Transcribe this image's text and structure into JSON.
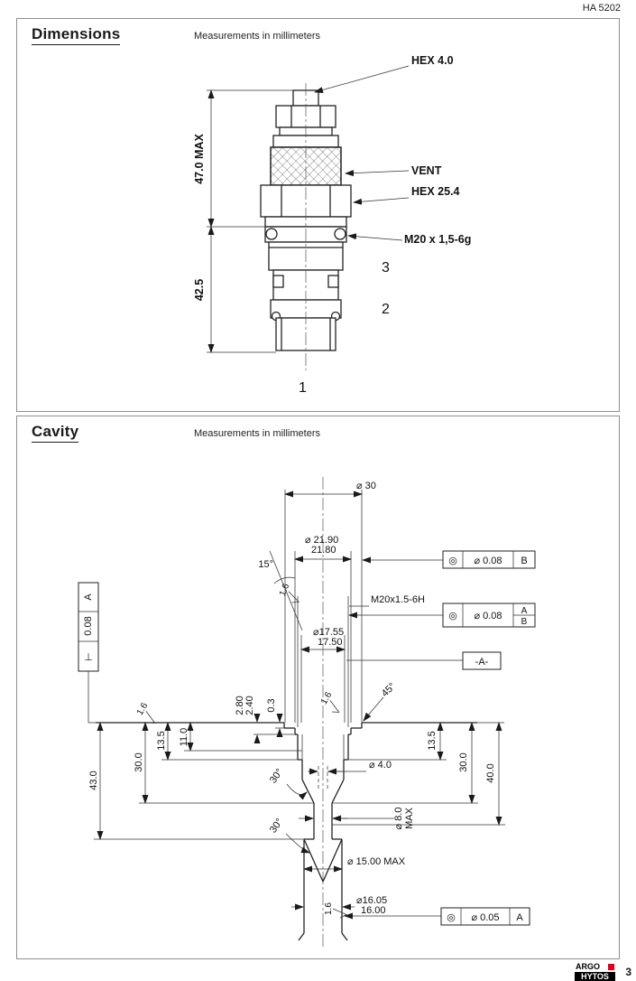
{
  "page": {
    "doc_ref": "HA 5202",
    "page_number": "3",
    "logo_line1": "ARGO",
    "logo_line2": "HYTOS"
  },
  "dimensions": {
    "title": "Dimensions",
    "subtitle": "Measurements in millimeters",
    "hex_top": "HEX 4.0",
    "overall_height": "47.0 MAX",
    "vent": "VENT",
    "hex_body": "HEX 25.4",
    "thread": "M20 x  1,5-6g",
    "port_3": "3",
    "insert_length": "42.5",
    "port_2": "2",
    "port_1": "1"
  },
  "cavity": {
    "title": "Cavity",
    "subtitle": "Measurements in millimeters",
    "dia_30": "⌀ 30",
    "dia_2190": "⌀ 21.90",
    "dia_2180": "21.80",
    "angle_15": "15°",
    "finish_thread_chamfer": "1.6",
    "thread": "M20x1.5-6H",
    "dia_1755": "⌀17.55",
    "dia_1750": "17.50",
    "fcf_runout_b": {
      "symbol": "◎",
      "tolerance": "⌀ 0.08",
      "datum": "B"
    },
    "fcf_runout_ab": {
      "symbol": "◎",
      "tolerance": "⌀ 0.08",
      "datum_primary": "A",
      "datum_secondary": "B"
    },
    "datum_a_label": "-A-",
    "fcf_perpendicularity": {
      "symbol": "⊥",
      "tolerance": "0.08",
      "datum": "A"
    },
    "depth_280": "2.80",
    "depth_240": "2.40",
    "depth_03": "0.3",
    "finish_surface": "1.6",
    "finish_mouth": "1.6",
    "angle_45": "45°",
    "depth_135_left": "13.5",
    "depth_110": "11.0",
    "depth_300_left": "30.0",
    "depth_430": "43.0",
    "angle_30_upper": "30°",
    "angle_30_lower": "30°",
    "dia_40": "⌀ 4.0",
    "depth_135_right": "13.5",
    "depth_300_right": "30.0",
    "depth_400": "40.0",
    "dia_80_line1": "⌀ 8.0",
    "dia_80_line2": "MAX",
    "dia_1500": "⌀ 15.00 MAX",
    "finish_bottom": "1.6",
    "dia_1605": "⌀16.05",
    "dia_1600": "16.00",
    "fcf_runout_bottom": {
      "symbol": "◎",
      "tolerance": "⌀ 0.05",
      "datum": "A"
    }
  }
}
